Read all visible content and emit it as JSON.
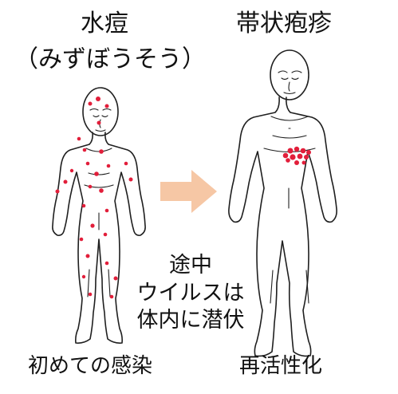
{
  "left_panel": {
    "title": "水痘",
    "subtitle": "（みずぼうそう）",
    "caption": "初めての感染"
  },
  "right_panel": {
    "title": "帯状疱疹",
    "caption": "再活性化"
  },
  "middle": {
    "line1": "途中",
    "line2": "ウイルスは",
    "line3": "体内に潜伏"
  },
  "colors": {
    "rash_spot": "#e21e3a",
    "arrow": "#f6c7a5"
  },
  "icons": [
    "human-figure-front",
    "arrow-right",
    "rash-spot"
  ]
}
